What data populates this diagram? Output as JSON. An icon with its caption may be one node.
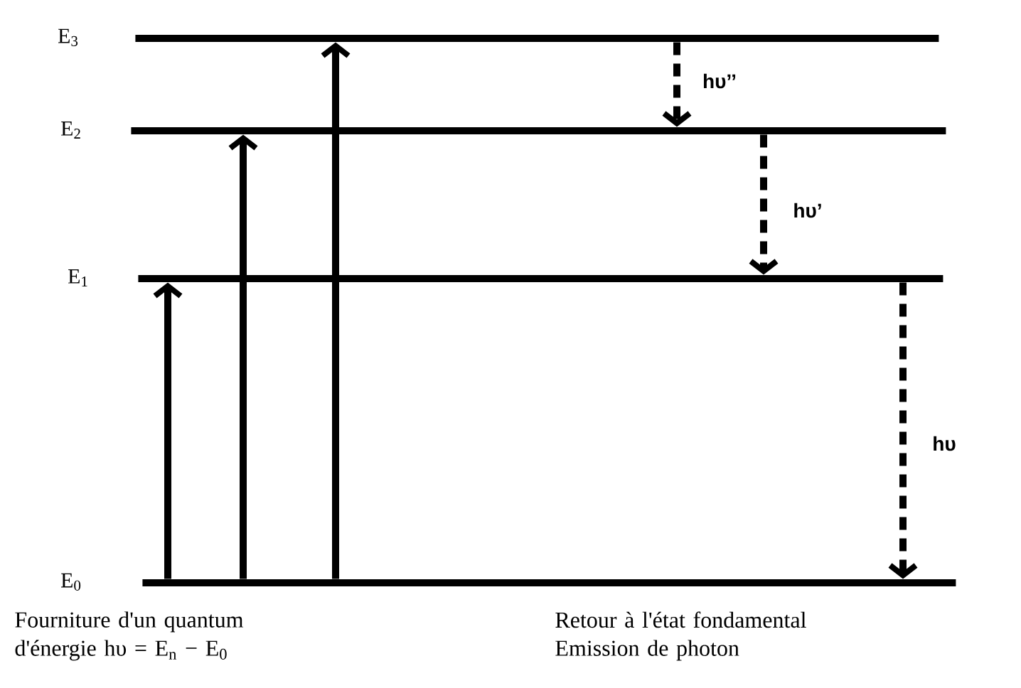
{
  "diagram": {
    "nodes": [
      {
        "text": [
          "E$_{3}$"
        ]
      },
      {
        "text": [
          "E$_{2}$"
        ]
      },
      {
        "text": [
          "E$_{1}$"
        ]
      },
      {
        "text": [
          "E$_{0}$"
        ]
      }
    ],
    "edges": [
      {
        "from": 3,
        "to": 2,
        "arrow": "to"
      },
      {
        "from": 3,
        "to": 1,
        "arrow": "to"
      },
      {
        "from": 3,
        "to": 0,
        "arrow": "to"
      },
      {
        "from": 0,
        "to": 1,
        "arrow": "to",
        "style": "dashed",
        "label": "hυ’’"
      },
      {
        "from": 1,
        "to": 2,
        "arrow": "to",
        "style": "dashed",
        "label": "hυ’"
      },
      {
        "from": 2,
        "to": 3,
        "arrow": "to",
        "style": "dashed",
        "label": "hυ"
      }
    ],
    "labels": [
      "Fourniture d'un quantum d'énergie hυ = E$_{n}$ − E$_{0}$",
      "Retour à l'état fondamental",
      "Emission de photon"
    ]
  }
}
